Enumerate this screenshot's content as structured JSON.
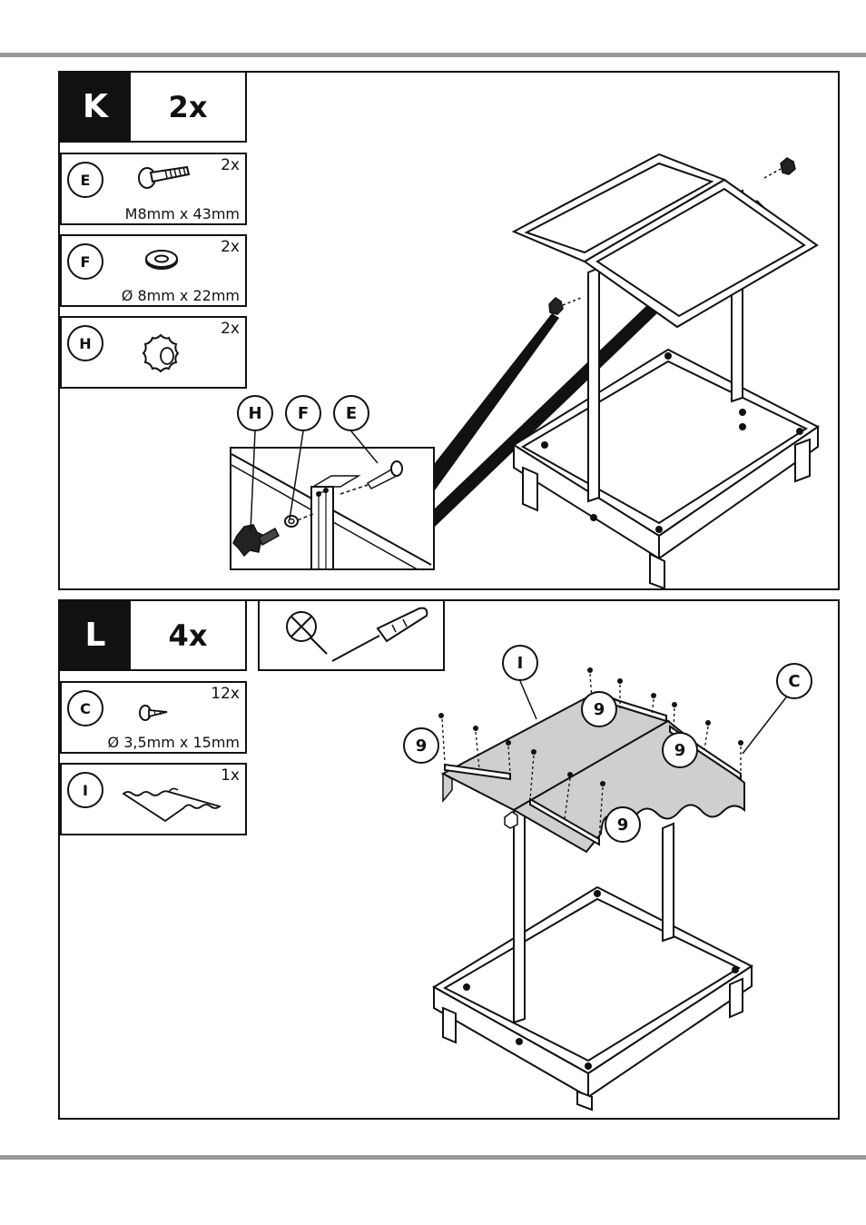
{
  "step_k": {
    "letter": "K",
    "count": "2x",
    "parts": [
      {
        "id": "E",
        "qty": "2x",
        "dim": "M8mm x 43mm",
        "icon": "bolt-icon"
      },
      {
        "id": "F",
        "qty": "2x",
        "dim": "Ø 8mm x 22mm",
        "icon": "washer-icon"
      },
      {
        "id": "H",
        "qty": "2x",
        "dim": "",
        "icon": "star-knob-icon"
      }
    ],
    "detail_callouts": [
      "H",
      "F",
      "E"
    ]
  },
  "step_l": {
    "letter": "L",
    "count": "4x",
    "tool": "screwdriver-icon",
    "parts": [
      {
        "id": "C",
        "qty": "12x",
        "dim": "Ø 3,5mm x 15mm",
        "icon": "screw-icon"
      },
      {
        "id": "I",
        "qty": "1x",
        "dim": "",
        "icon": "canopy-fabric-icon"
      }
    ],
    "callouts": {
      "fabric": "I",
      "screw": "C",
      "strip": "9"
    }
  },
  "colors": {
    "ink": "#111111",
    "rule": "#9a9a9a",
    "fabric": "#cfcfcf"
  }
}
